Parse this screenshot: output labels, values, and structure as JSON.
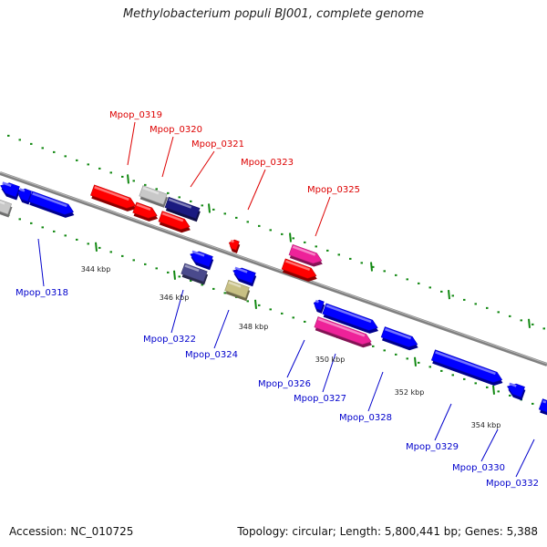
{
  "title": "Methylobacterium populi BJ001, complete genome",
  "footer": {
    "accession": "Accession: NC_010725",
    "summary": "Topology: circular; Length: 5,800,441 bp; Genes: 5,388"
  },
  "colors": {
    "backbone": "#808080",
    "tick": "#118811",
    "upper_label": "#dd0000",
    "lower_label": "#0000cc",
    "red": "#ff0000",
    "blue": "#0000ff",
    "gray": "#c8c8c8",
    "navy": "#1a1a80",
    "pink": "#ee2299",
    "khaki": "#c8c084",
    "slate": "#4a4a8c"
  },
  "scale_labels": [
    "344 kbp",
    "346 kbp",
    "348 kbp",
    "350 kbp",
    "352 kbp",
    "354 kbp"
  ],
  "upper_labels": [
    "Mpop_0319",
    "Mpop_0320",
    "Mpop_0321",
    "Mpop_0323",
    "Mpop_0325"
  ],
  "lower_labels": [
    "Mpop_0318",
    "Mpop_0322",
    "Mpop_0324",
    "Mpop_0326",
    "Mpop_0327",
    "Mpop_0328",
    "Mpop_0329",
    "Mpop_0330",
    "Mpop_0332"
  ]
}
